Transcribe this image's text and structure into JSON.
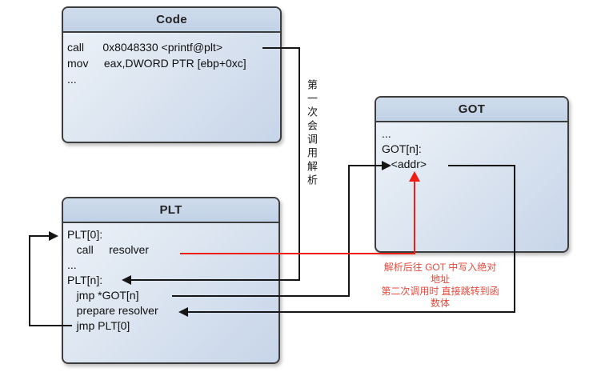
{
  "code_box": {
    "title": "Code",
    "lines": [
      "call      0x8048330 <printf@plt>",
      "mov     eax,DWORD PTR [ebp+0xc]",
      "..."
    ]
  },
  "plt_box": {
    "title": "PLT",
    "lines": [
      "PLT[0]:",
      "   call     resolver",
      "...",
      "PLT[n]:",
      "   jmp *GOT[n]",
      "   prepare resolver",
      "   jmp PLT[0]"
    ]
  },
  "got_box": {
    "title": "GOT",
    "lines": [
      "...",
      "GOT[n]:",
      "   <addr>"
    ]
  },
  "labels": {
    "first_call_vertical": "第一次会调用解析",
    "annotation_lines": [
      "解析后往 GOT 中写入绝对",
      "地址",
      "第二次调用时 直接跳转到函",
      "数体"
    ]
  },
  "colors": {
    "arrow_black": "#161616",
    "arrow_red": "#ee1d15",
    "annotation_red": "#e8493d",
    "box_border": "#3d3d3d",
    "header_fill": "#c6d5e8",
    "body_fill_light": "#eef3f9",
    "body_fill_dark": "#c7d5e9"
  }
}
